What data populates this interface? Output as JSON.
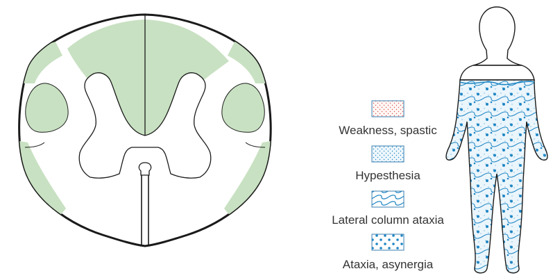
{
  "colors": {
    "outline": "#1a1a1a",
    "affected_fill": "#c8e1c2",
    "pattern_blue": "#1f86c4",
    "weakness_dots": "#d9534f",
    "hypesthesia_fill": "#e8f4fb",
    "legend_box_stroke": "#3a7fb0"
  },
  "legend": {
    "items": [
      {
        "key": "weakness",
        "label": "Weakness, spastic",
        "pattern": "red-fine-dots"
      },
      {
        "key": "hypesthesia",
        "label": "Hypesthesia",
        "pattern": "blue-fine-dots"
      },
      {
        "key": "lateral",
        "label": "Lateral column ataxia",
        "pattern": "blue-waves"
      },
      {
        "key": "ataxia",
        "label": "Ataxia, asynergia",
        "pattern": "blue-coarse-dots"
      }
    ]
  }
}
